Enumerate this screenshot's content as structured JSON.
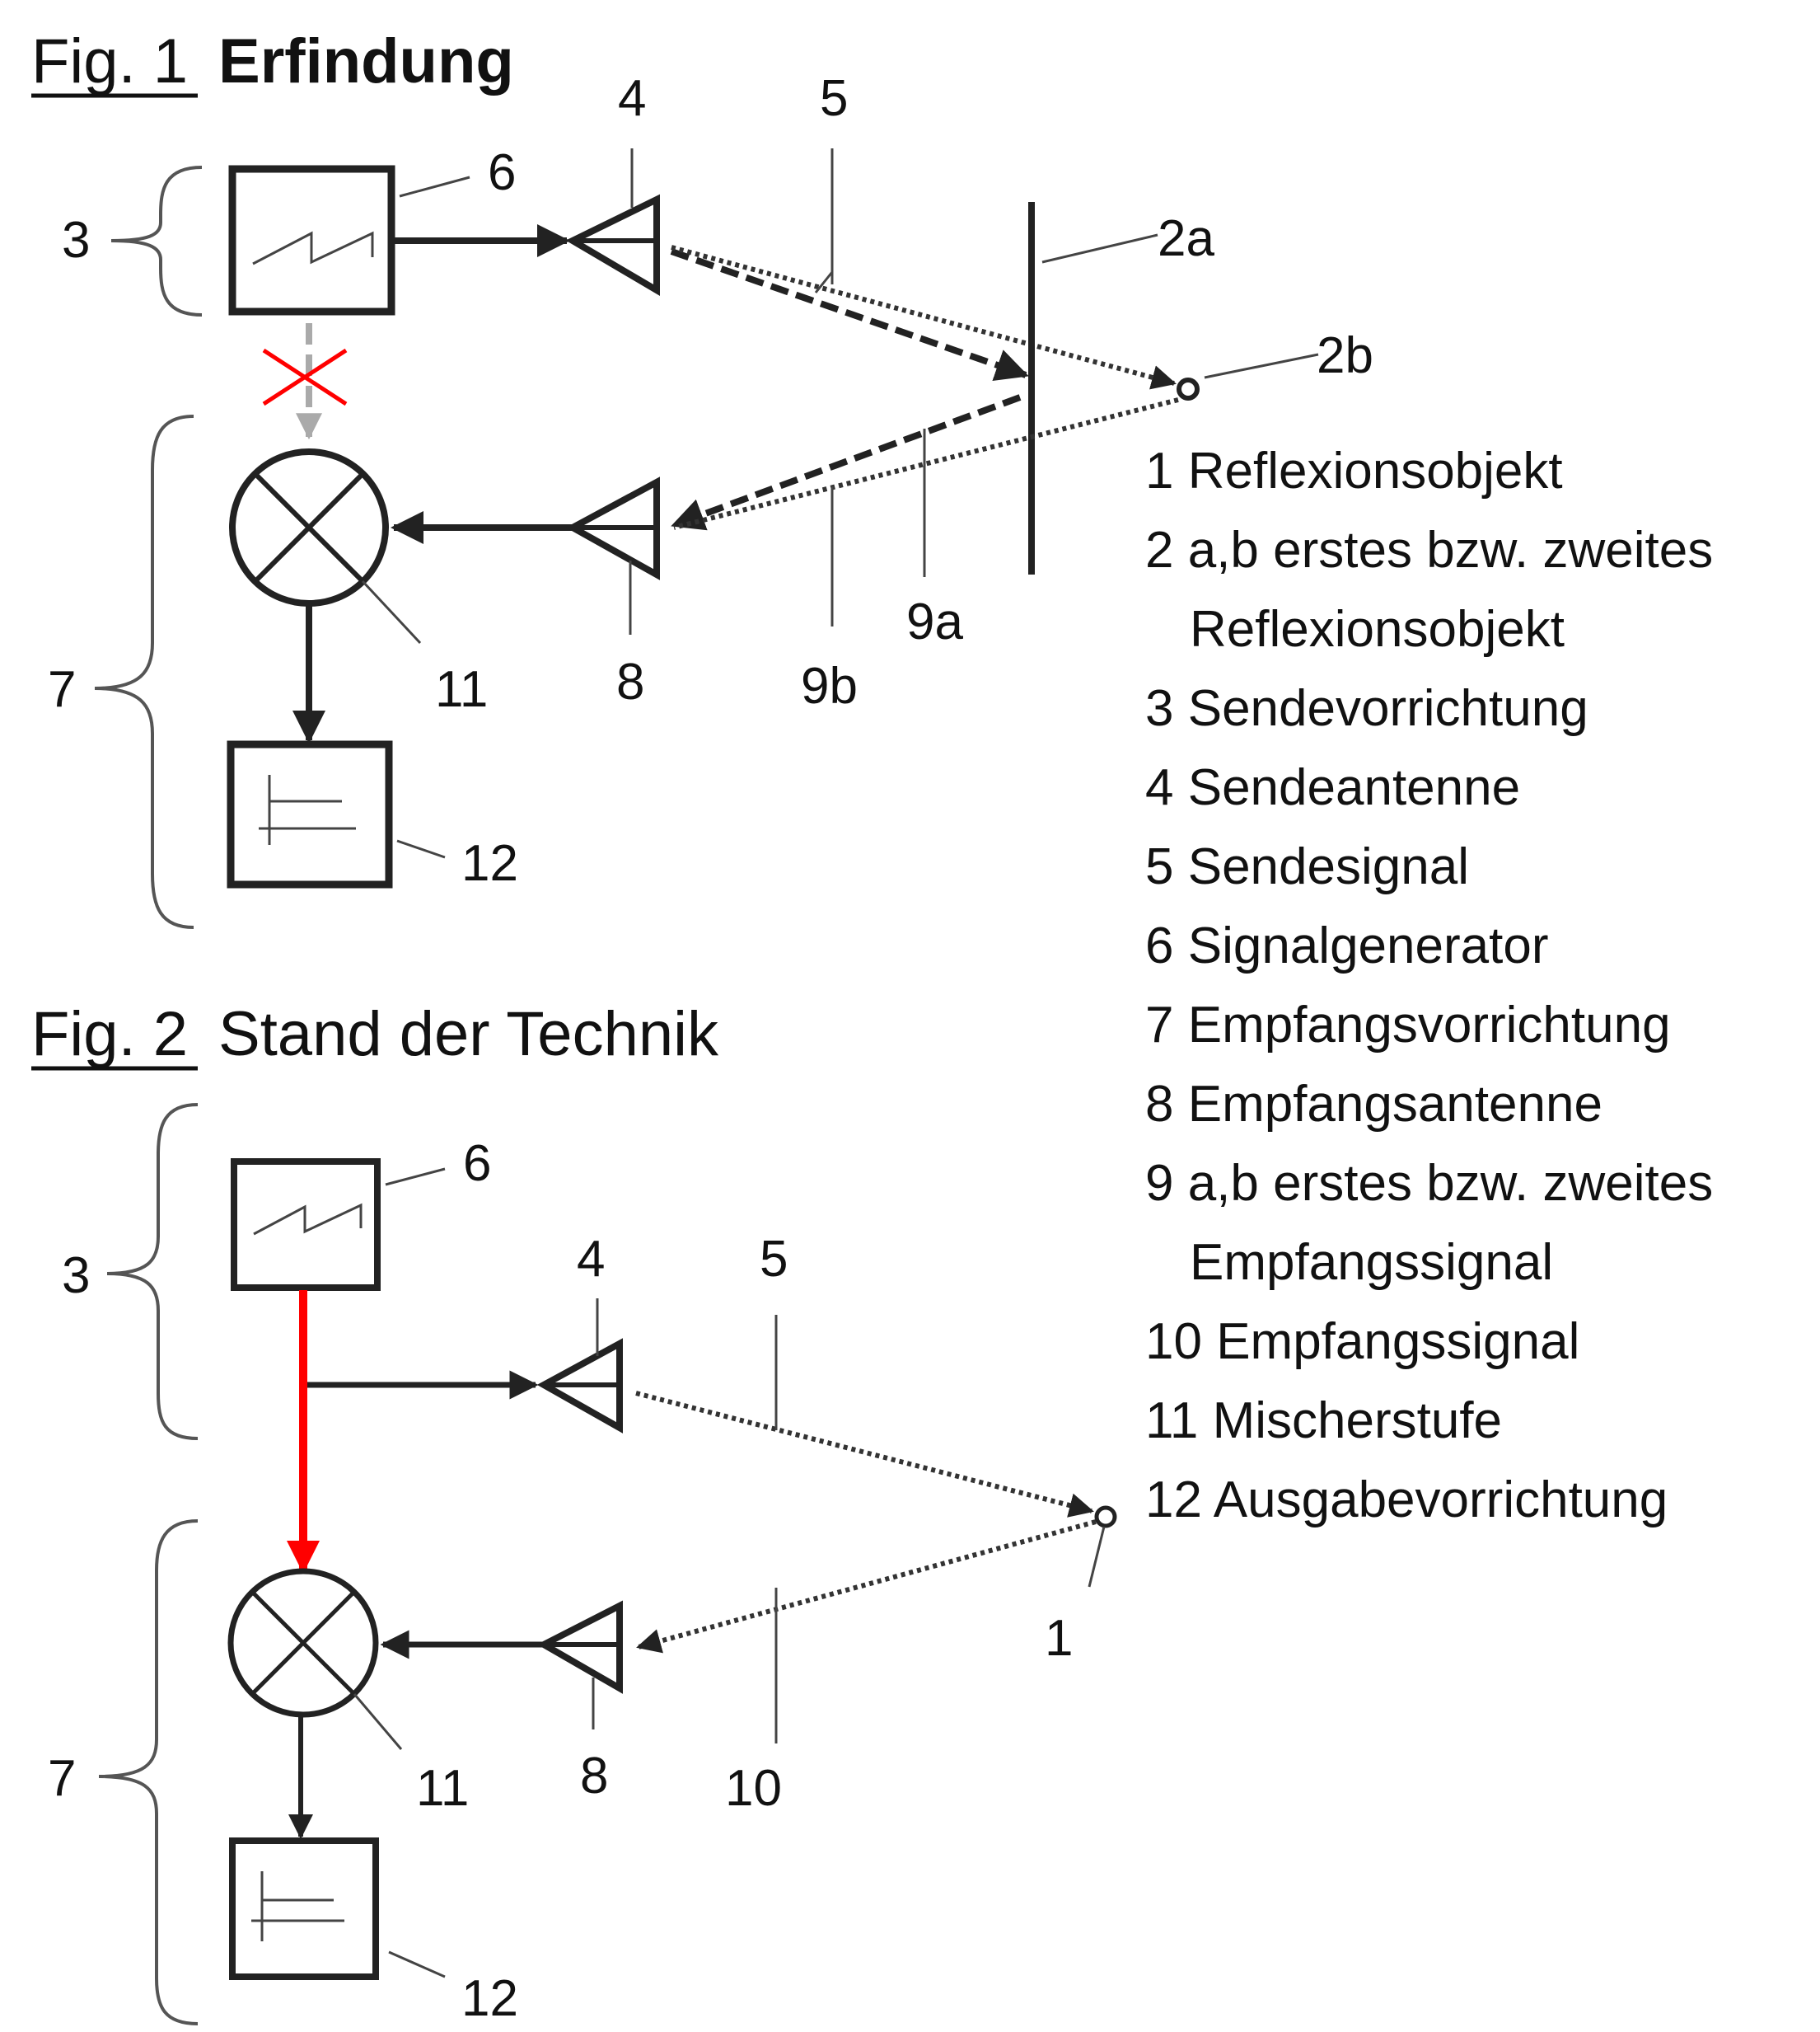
{
  "figures": [
    {
      "id": "fig1",
      "label": "Fig. 1",
      "title": "Erfindung",
      "refs": {
        "sender": "3",
        "generator": "6",
        "tx_antenna": "4",
        "tx_signal": "5",
        "reflector_a": "2a",
        "reflector_b": "2b",
        "receiver": "7",
        "mixer": "11",
        "rx_antenna": "8",
        "rx_signal_b": "9b",
        "rx_signal_a": "9a",
        "output": "12"
      },
      "blocked_link_color": "#ff0000"
    },
    {
      "id": "fig2",
      "label": "Fig. 2",
      "title": "Stand der Technik",
      "refs": {
        "sender": "3",
        "generator": "6",
        "tx_antenna": "4",
        "tx_signal": "5",
        "reflector": "1",
        "receiver": "7",
        "mixer": "11",
        "rx_antenna": "8",
        "rx_signal": "10",
        "output": "12"
      },
      "direct_link_color": "#ff0000"
    }
  ],
  "legend": [
    {
      "num": "1",
      "text": "Reflexionsobjekt"
    },
    {
      "num": "2",
      "text": "a,b erstes bzw. zweites"
    },
    {
      "num": "",
      "text": "Reflexionsobjekt"
    },
    {
      "num": "3",
      "text": "Sendevorrichtung"
    },
    {
      "num": "4",
      "text": "Sendeantenne"
    },
    {
      "num": "5",
      "text": "Sendesignal"
    },
    {
      "num": "6",
      "text": "Signalgenerator"
    },
    {
      "num": "7",
      "text": "Empfangsvorrichtung"
    },
    {
      "num": "8",
      "text": "Empfangsantenne"
    },
    {
      "num": "9",
      "text": "a,b erstes bzw. zweites"
    },
    {
      "num": "",
      "text": "Empfangssignal"
    },
    {
      "num": "10",
      "text": "Empfangssignal"
    },
    {
      "num": "11",
      "text": "Mischerstufe"
    },
    {
      "num": "12",
      "text": "Ausgabevorrichtung"
    }
  ]
}
